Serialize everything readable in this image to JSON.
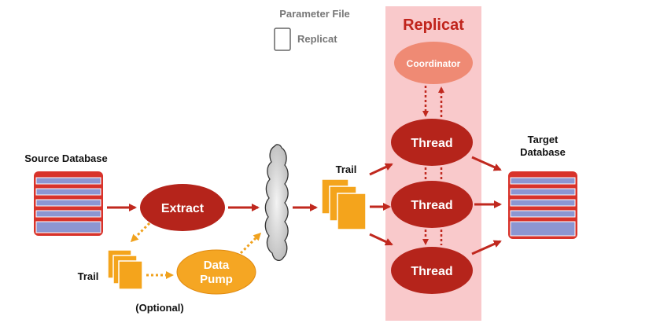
{
  "legend": {
    "title": "Parameter File",
    "item": "Replicat"
  },
  "source_database": {
    "label": "Source Database"
  },
  "target_database": {
    "label_line1": "Target",
    "label_line2": "Database"
  },
  "extract": {
    "label": "Extract"
  },
  "data_pump": {
    "label_line1": "Data",
    "label_line2": "Pump"
  },
  "local_trail": {
    "label": "Trail",
    "note": "(Optional)"
  },
  "remote_trail": {
    "label": "Trail"
  },
  "replicat": {
    "title": "Replicat",
    "coordinator": "Coordinator",
    "threads": [
      "Thread",
      "Thread",
      "Thread"
    ]
  },
  "colors": {
    "oval_red": "#b5241b",
    "coordinator": "#ef8a74",
    "replicat_bg": "#f9c9cb",
    "replicat_title": "#c0241c",
    "arrow_red": "#c0281e",
    "trail_orange": "#f4a41c",
    "pump_orange": "#f5a623",
    "dotted_orange": "#f0a21e",
    "db_red": "#d8332b",
    "db_blue": "#8c96d2"
  },
  "icons": {
    "network": "cloud-icon",
    "database": "database-icon",
    "trail": "trail-files-icon",
    "legend": "parameter-file-icon"
  }
}
